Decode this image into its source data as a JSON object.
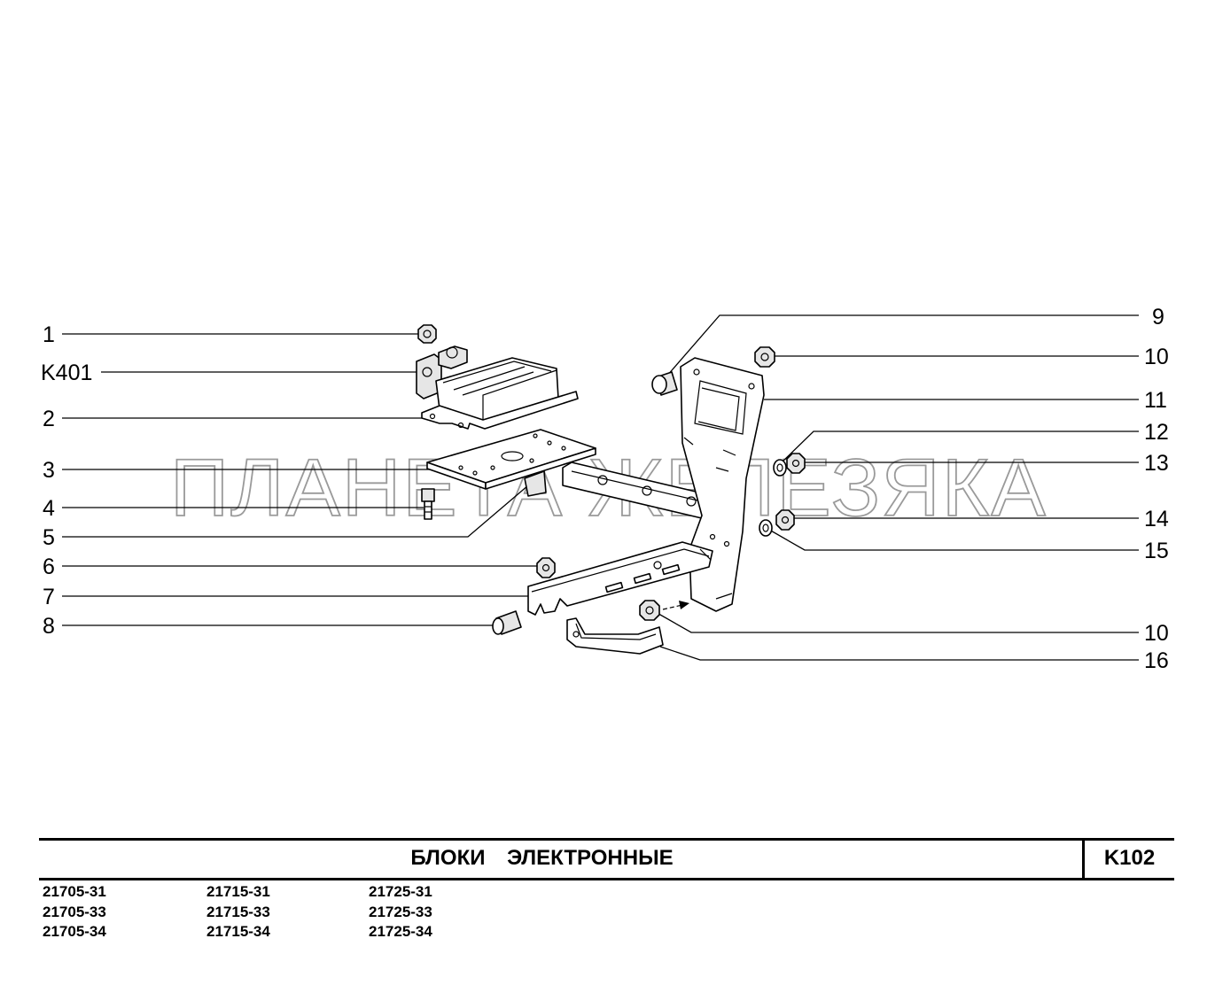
{
  "watermark": "ПЛАНЕТА ЖЕЛЕЗЯКА",
  "title": "БЛОКИ   ЭЛЕКТРОННЫЕ",
  "page_code": "K102",
  "callouts_left": [
    "1",
    "K401",
    "2",
    "3",
    "4",
    "5",
    "6",
    "7",
    "8"
  ],
  "callouts_right": [
    "9",
    "10",
    "11",
    "12",
    "13",
    "14",
    "15",
    "10",
    "16"
  ],
  "models": [
    [
      "21705-31",
      "21705-33",
      "21705-34"
    ],
    [
      "21715-31",
      "21715-33",
      "21715-34"
    ],
    [
      "21725-31",
      "21725-33",
      "21725-34"
    ]
  ]
}
